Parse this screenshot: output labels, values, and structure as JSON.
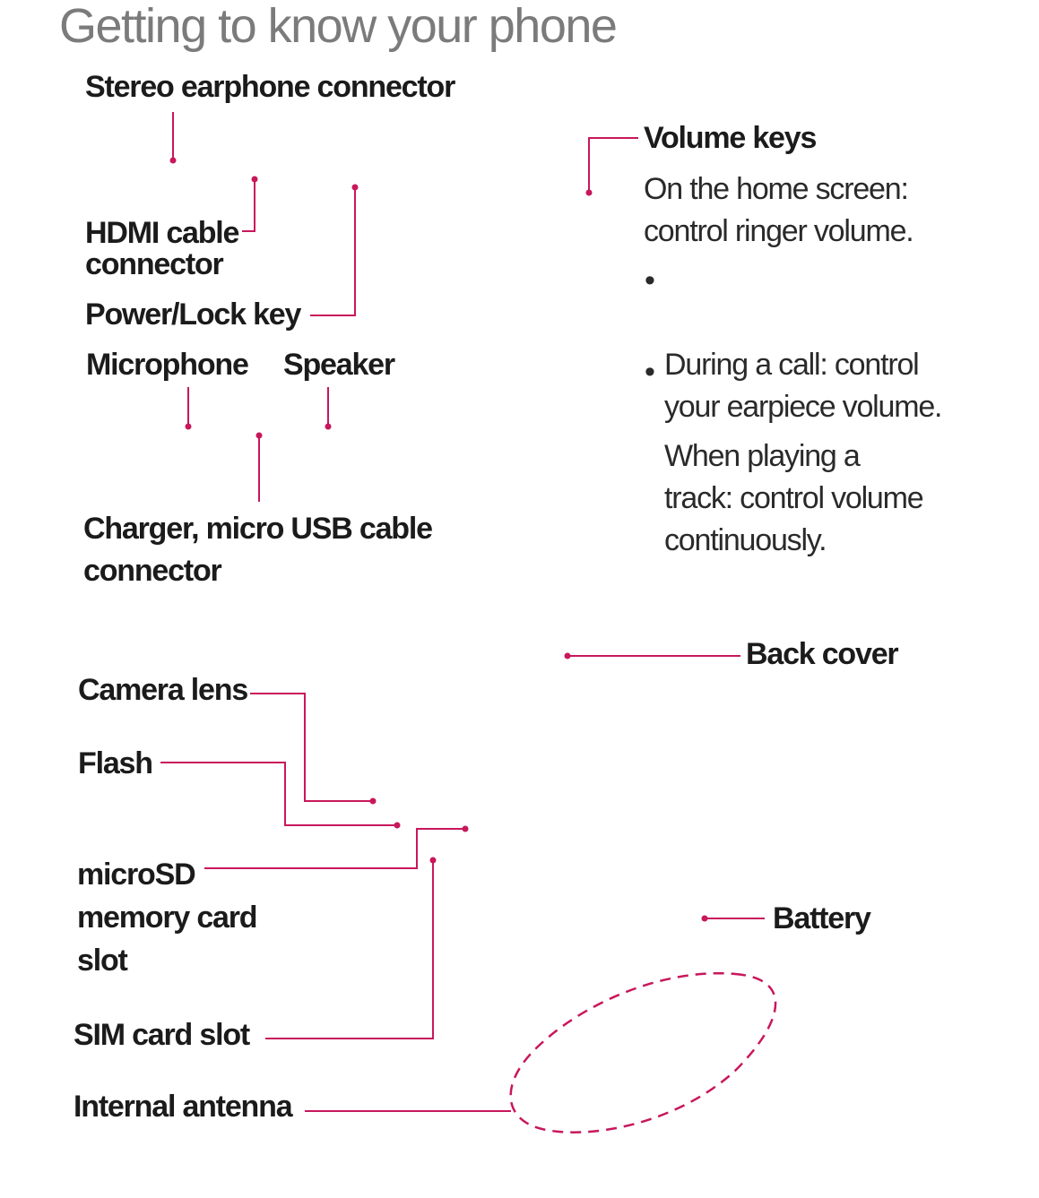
{
  "page": {
    "title": "Getting to know your phone"
  },
  "front_labels": {
    "stereo_earphone": "Stereo earphone connector",
    "hdmi": "HDMI cable\nconnector",
    "power_lock": "Power/Lock key",
    "microphone": "Microphone",
    "speaker": "Speaker",
    "charger": "Charger, micro USB cable\nconnector"
  },
  "volume_keys": {
    "title": "Volume keys",
    "description": "On the home screen:\ncontrol ringer volume.",
    "bullets": [
      "During a call: control\nyour earpiece volume.",
      "When playing a\ntrack: control volume\ncontinuously."
    ]
  },
  "back_labels": {
    "back_cover": "Back cover",
    "camera_lens": "Camera lens",
    "flash": "Flash",
    "microsd": "microSD\nmemory card\nslot",
    "battery": "Battery",
    "sim": "SIM card slot",
    "antenna": "Internal antenna"
  },
  "colors": {
    "accent": "#c8175c",
    "title": "#7b7b7b",
    "text": "#1b1b1b"
  }
}
